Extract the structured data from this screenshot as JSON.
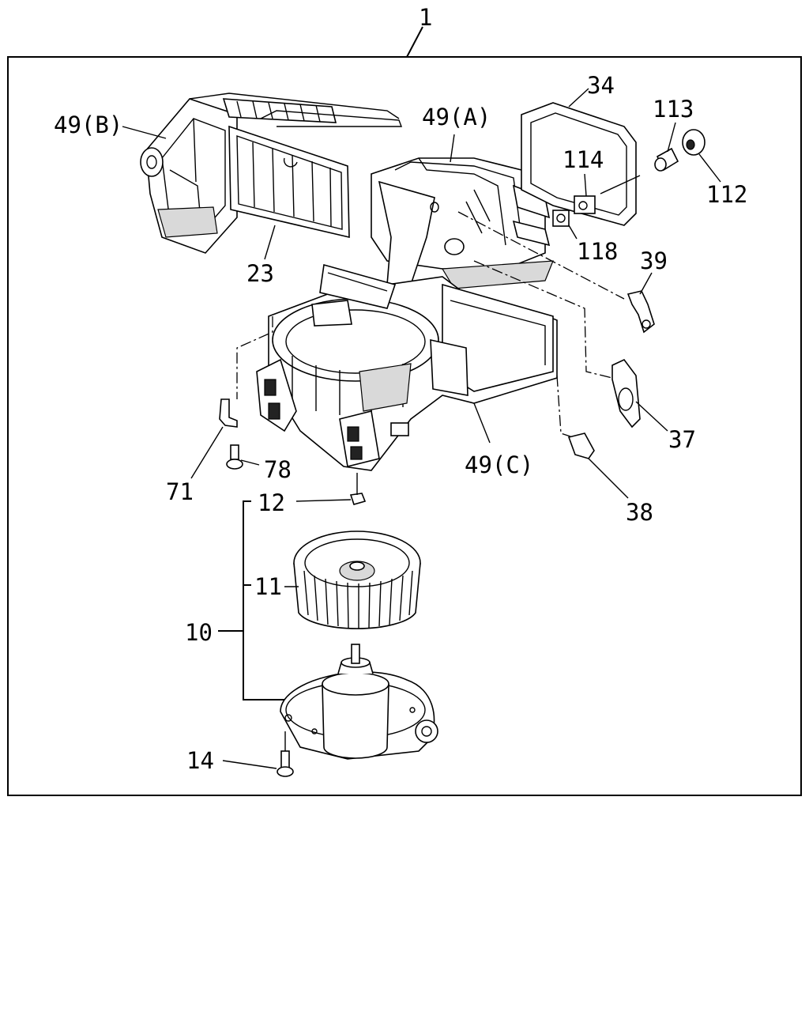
{
  "diagram": {
    "callouts": [
      {
        "id": "1",
        "text": "1"
      },
      {
        "id": "34",
        "text": "34"
      },
      {
        "id": "113",
        "text": "113"
      },
      {
        "id": "49B",
        "text": "49(B)"
      },
      {
        "id": "49A",
        "text": "49(A)"
      },
      {
        "id": "114",
        "text": "114"
      },
      {
        "id": "112",
        "text": "112"
      },
      {
        "id": "118",
        "text": "118"
      },
      {
        "id": "23",
        "text": "23"
      },
      {
        "id": "39",
        "text": "39"
      },
      {
        "id": "37",
        "text": "37"
      },
      {
        "id": "49C",
        "text": "49(C)"
      },
      {
        "id": "71",
        "text": "71"
      },
      {
        "id": "78",
        "text": "78"
      },
      {
        "id": "38",
        "text": "38"
      },
      {
        "id": "12",
        "text": "12"
      },
      {
        "id": "11",
        "text": "11"
      },
      {
        "id": "10",
        "text": "10"
      },
      {
        "id": "14",
        "text": "14"
      }
    ]
  }
}
